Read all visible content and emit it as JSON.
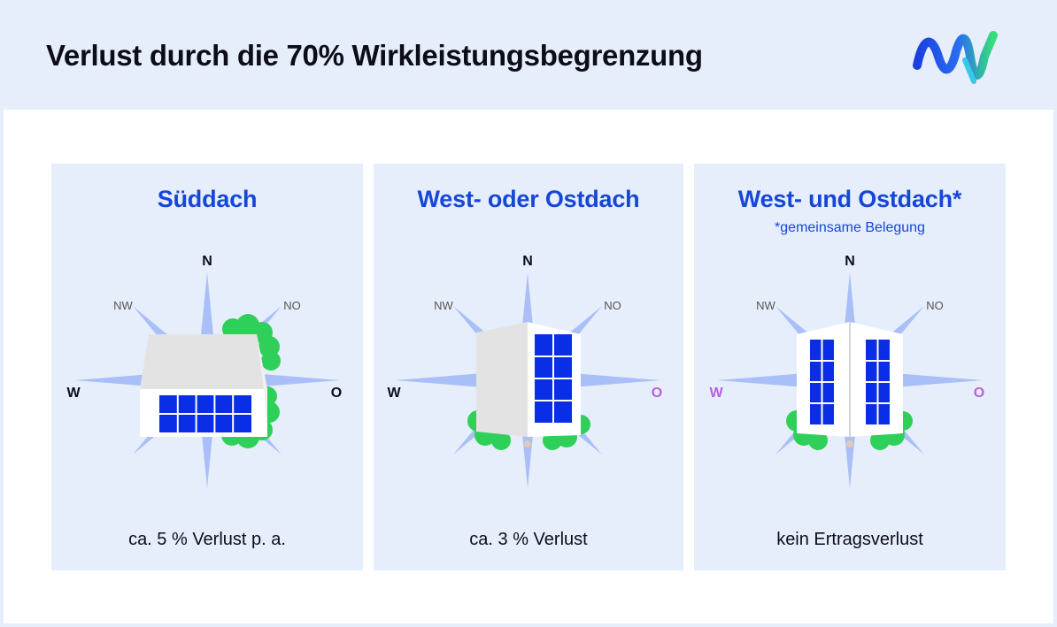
{
  "header": {
    "title": "Verlust durch die 70% Wirkleistungsbegrenzung",
    "logo_icon": "mvv-logo-icon"
  },
  "colors": {
    "accent_blue": "#1646d8",
    "compass_arrow": "#a9bff7",
    "panel_bg": "#e6eefc",
    "solar_panel": "#0a2ee6",
    "tree_green": "#2fd05a",
    "highlight_purple": "#b75fe0"
  },
  "panels": [
    {
      "title": "Süddach",
      "subtitle": "",
      "caption": "ca. 5 % Verlust p. a.",
      "compass": {
        "n": "N",
        "nw": "NW",
        "no": "NO",
        "w": "W",
        "o": "O"
      },
      "highlight": {
        "w": false,
        "o": false
      },
      "roof_orientation": "south"
    },
    {
      "title": "West- oder Ostdach",
      "subtitle": "",
      "caption": "ca. 3 % Verlust",
      "compass": {
        "n": "N",
        "nw": "NW",
        "no": "NO",
        "w": "W",
        "o": "O"
      },
      "highlight": {
        "w": false,
        "o": true
      },
      "roof_orientation": "east"
    },
    {
      "title": "West- und Ostdach*",
      "subtitle": "*gemeinsame Belegung",
      "caption": "kein Ertragsverlust",
      "compass": {
        "n": "N",
        "nw": "NW",
        "no": "NO",
        "w": "W",
        "o": "O"
      },
      "highlight": {
        "w": true,
        "o": true
      },
      "roof_orientation": "east-west"
    }
  ]
}
